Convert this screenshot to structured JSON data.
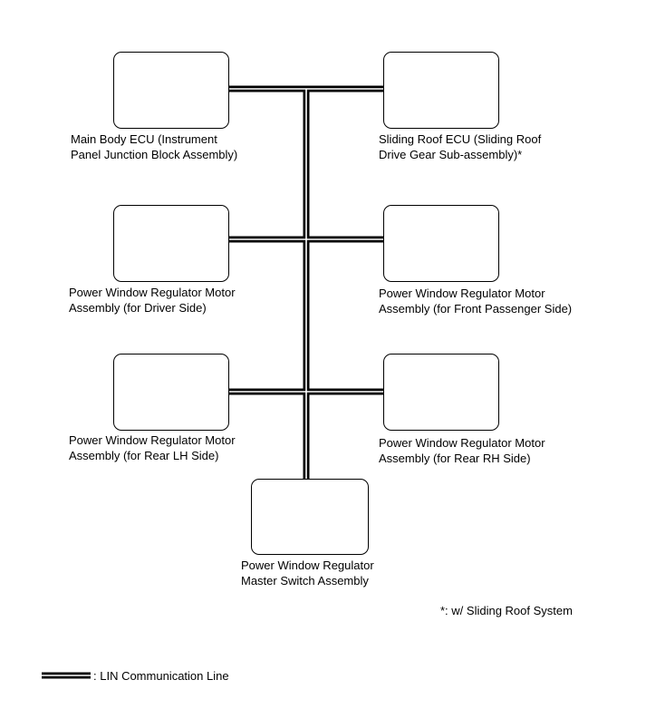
{
  "components": {
    "main_body_ecu": "Main Body ECU (Instrument\nPanel Junction Block Assembly)",
    "sliding_roof_ecu": "Sliding Roof ECU (Sliding Roof\nDrive Gear Sub-assembly)*",
    "pw_driver": "Power Window Regulator Motor\nAssembly (for Driver Side)",
    "pw_front_passenger": "Power Window Regulator Motor\nAssembly (for Front Passenger Side)",
    "pw_rear_lh": "Power Window Regulator Motor\nAssembly (for Rear LH Side)",
    "pw_rear_rh": "Power Window Regulator Motor\nAssembly (for Rear RH Side)",
    "master_switch": "Power Window Regulator\nMaster Switch Assembly"
  },
  "footnote": "*: w/ Sliding Roof System",
  "legend": {
    "lin_line": ": LIN Communication Line"
  }
}
